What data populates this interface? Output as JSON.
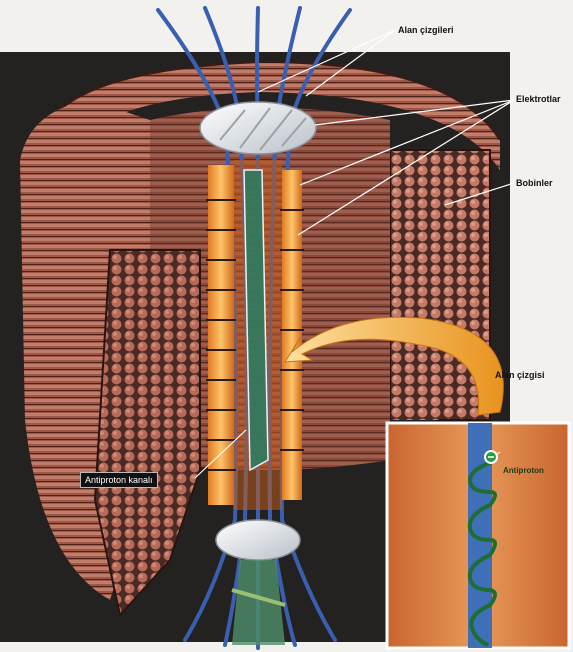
{
  "labels": {
    "field_lines": "Alan çizgileri",
    "electrodes": "Elektrotlar",
    "coils": "Bobinler",
    "field_line": "Alan çizgisi",
    "antiproton_channel": "Antiproton kanalı",
    "antiproton": "Antiproton"
  },
  "colors": {
    "background": "#f3f1ee",
    "panel": "#222120",
    "coil": "#b86a58",
    "coil_dark": "#5a2a22",
    "field_line": "#3a5fb0",
    "electrode": "#f29a3a",
    "arrow": "#f1b24a",
    "inset_bg": "#d6733b",
    "helix": "#1d6e35"
  },
  "icons": {
    "arrow": "curved-arrow-icon"
  }
}
